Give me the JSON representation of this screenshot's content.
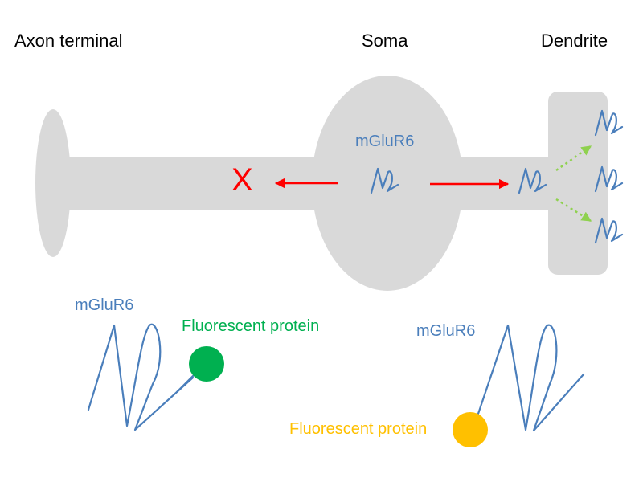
{
  "labels": {
    "axon_terminal": "Axon terminal",
    "soma": "Soma",
    "dendrite": "Dendrite",
    "mglur6_soma": "mGluR6",
    "block_mark": "X",
    "legend_left_receptor": "mGluR6",
    "legend_left_fp": "Fluorescent protein",
    "legend_right_receptor": "mGluR6",
    "legend_right_fp": "Fluorescent protein"
  },
  "colors": {
    "cell_body": "#d9d9d9",
    "receptor": "#4a7ebb",
    "arrow": "#ff0000",
    "dotted_arrow": "#8fd14f",
    "fp_left": "#00b050",
    "fp_right": "#ffc000",
    "text": "#000000"
  }
}
